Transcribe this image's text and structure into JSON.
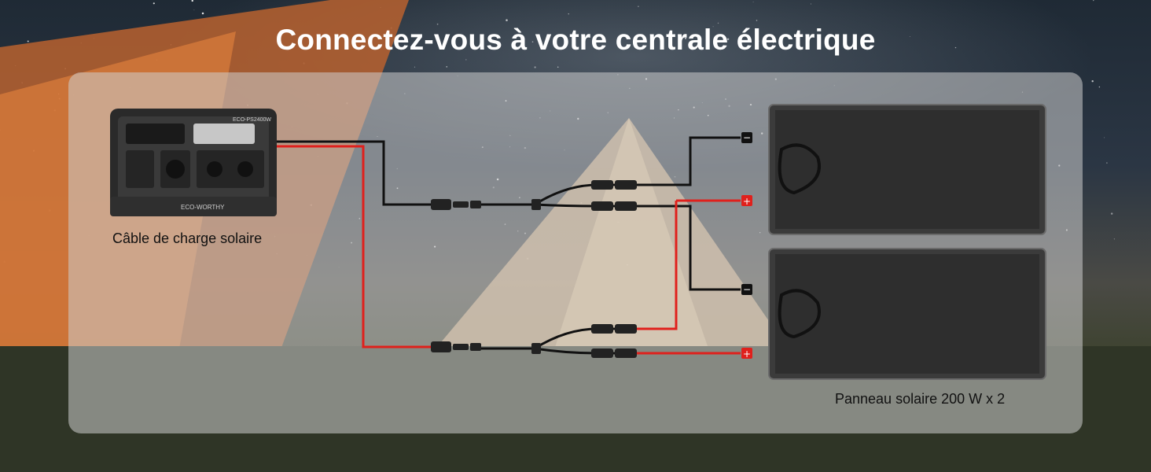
{
  "title": "Connectez-vous à votre centrale électrique",
  "labels": {
    "cable": "Câble de charge solaire",
    "panels": "Panneau solaire 200 W x 2"
  },
  "power_station": {
    "model": "ECO-PS2400W",
    "brand": "ECO-WORTHY"
  },
  "terminals": {
    "negative": "−",
    "positive": "+"
  },
  "colors": {
    "wire_positive": "#e0201c",
    "wire_negative": "#111111",
    "terminal_positive": "#e0201c",
    "terminal_negative": "#111111"
  }
}
